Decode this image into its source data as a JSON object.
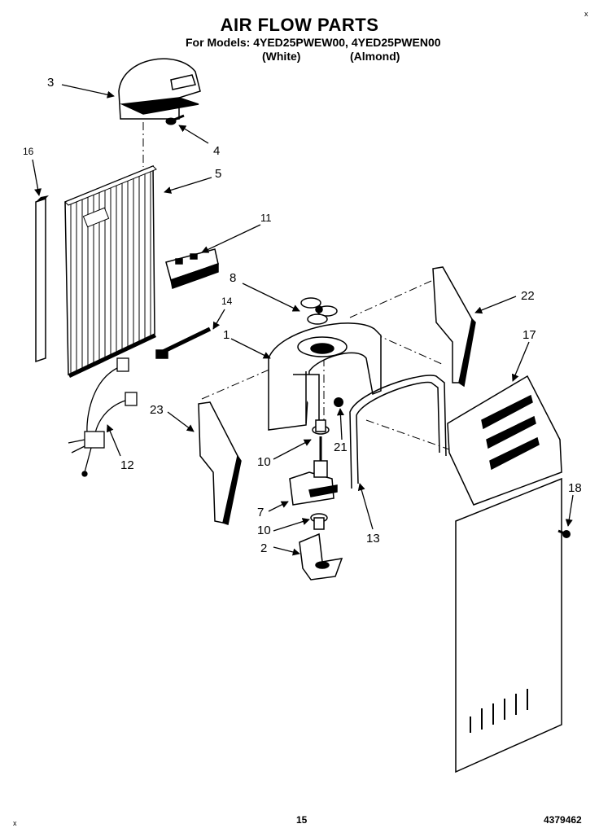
{
  "header": {
    "title": "AIR FLOW PARTS",
    "models_line": "For Models: 4YED25PWEW00, 4YED25PWEN00",
    "variant_white": "(White)",
    "variant_almond": "(Almond)"
  },
  "corner_marks": {
    "top_right": "x",
    "bottom_left": "x"
  },
  "footer": {
    "page_number": "15",
    "part_number": "4379462"
  },
  "callouts": {
    "c3": "3",
    "c4": "4",
    "c5": "5",
    "c16": "16",
    "c11": "11",
    "c8": "8",
    "c14": "14",
    "c1": "1",
    "c22": "22",
    "c17": "17",
    "c23": "23",
    "c12": "12",
    "c10a": "10",
    "c21": "21",
    "c7": "7",
    "c10b": "10",
    "c2": "2",
    "c13": "13",
    "c18": "18"
  }
}
